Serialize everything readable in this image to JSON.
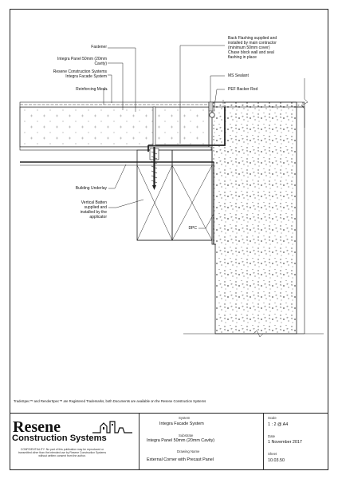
{
  "labels": {
    "fastener": "Fastener",
    "panel": "Integra Panel 50mm (20mm\nCavity)",
    "facade": "Resene Construction Systems\nIntegra Facade System",
    "mesh": "Reinforcing Mesh",
    "flashing": "Back Flashing supplied and\ninstalled by main contractor\n(minimum 50mm cover)\nChase block wall and seal\nflashing in place",
    "sealant": "MS Sealant",
    "backer": "PEF Backer Rod",
    "underlay": "Building Underlay",
    "batten": "Vertical Batten\nsupplied and\ninstalled by the\napplicator",
    "dpc": "DPC"
  },
  "trademarks": "TradeSpec™ and RenderSpec™ are Registered Trademarks, both Documents are available on the Resene Construction Systems",
  "logo": {
    "name": "Resene",
    "subtitle": "Construction Systems",
    "confidentiality": "CONFIDENTIALITY: No part of this publication may be reproduced or transmitted other than the intended use by Resene Construction Systems without written consent from the author."
  },
  "title_block": {
    "system_caption": "System",
    "system": "Integra Facade System",
    "substrate_caption": "Substrate",
    "substrate": "Integra Panel 50mm (20mm Cavity)",
    "drawing_caption": "Drawing Name",
    "drawing": "External Corner with Precast Panel",
    "scale_caption": "Scale",
    "scale": "1 : 2 @ A4",
    "date_caption": "Date",
    "date": "1 November 2017",
    "sheet_caption": "Sheet",
    "sheet": "10.03.50"
  },
  "colors": {
    "line": "#222222",
    "concrete_dot": "#555555",
    "hatch": "#444444"
  }
}
